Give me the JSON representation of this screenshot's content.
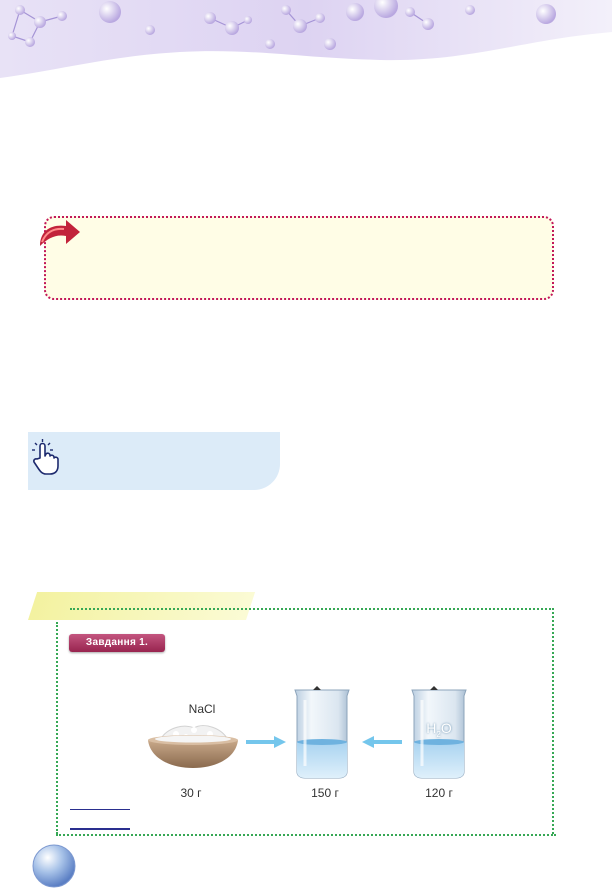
{
  "lab": {
    "task_label": "Завдання 1."
  },
  "figure": {
    "salt_formula": "NaCl",
    "water_formula_main": "H",
    "water_formula_sub": "2",
    "water_formula_end": "O",
    "salt_mass": "30 г",
    "solution_mass": "150 г",
    "water_mass": "120 г"
  },
  "icons": {
    "definition": "curved-arrow-icon",
    "tip": "pointing-hand-icon",
    "page": "bubble-icon"
  },
  "colors": {
    "definition_border": "#c2185b",
    "definition_fill": "#fffde6",
    "tip_fill": "#dcebf8",
    "lab_frame": "#36a855",
    "task_badge": "#a8305d"
  }
}
